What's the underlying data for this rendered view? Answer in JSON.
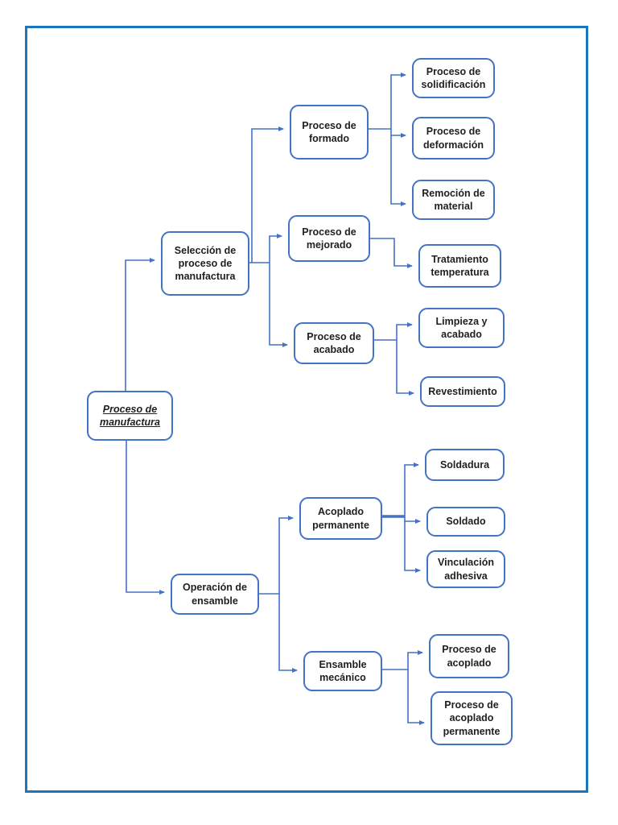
{
  "diagram": {
    "colors": {
      "frame_border": "#1b75bc",
      "node_border": "#4472c4",
      "connector": "#4472c4",
      "text": "#1f1f1f"
    },
    "tree": {
      "label": "Proceso de manufactura",
      "children": [
        {
          "label": "Selección de proceso de manufactura",
          "children": [
            {
              "label": "Proceso de formado",
              "children": [
                {
                  "label": "Proceso de solidificación"
                },
                {
                  "label": "Proceso de deformación"
                },
                {
                  "label": "Remoción de material"
                }
              ]
            },
            {
              "label": "Proceso de mejorado",
              "children": [
                {
                  "label": "Tratamiento temperatura"
                }
              ]
            },
            {
              "label": "Proceso de acabado",
              "children": [
                {
                  "label": "Limpieza y acabado"
                },
                {
                  "label": "Revestimiento"
                }
              ]
            }
          ]
        },
        {
          "label": "Operación de ensamble",
          "children": [
            {
              "label": "Acoplado permanente",
              "children": [
                {
                  "label": "Soldadura"
                },
                {
                  "label": "Soldado"
                },
                {
                  "label": "Vinculación adhesiva"
                }
              ]
            },
            {
              "label": "Ensamble mecánico",
              "children": [
                {
                  "label": "Proceso de acoplado"
                },
                {
                  "label": "Proceso de acoplado permanente"
                }
              ]
            }
          ]
        }
      ]
    }
  }
}
